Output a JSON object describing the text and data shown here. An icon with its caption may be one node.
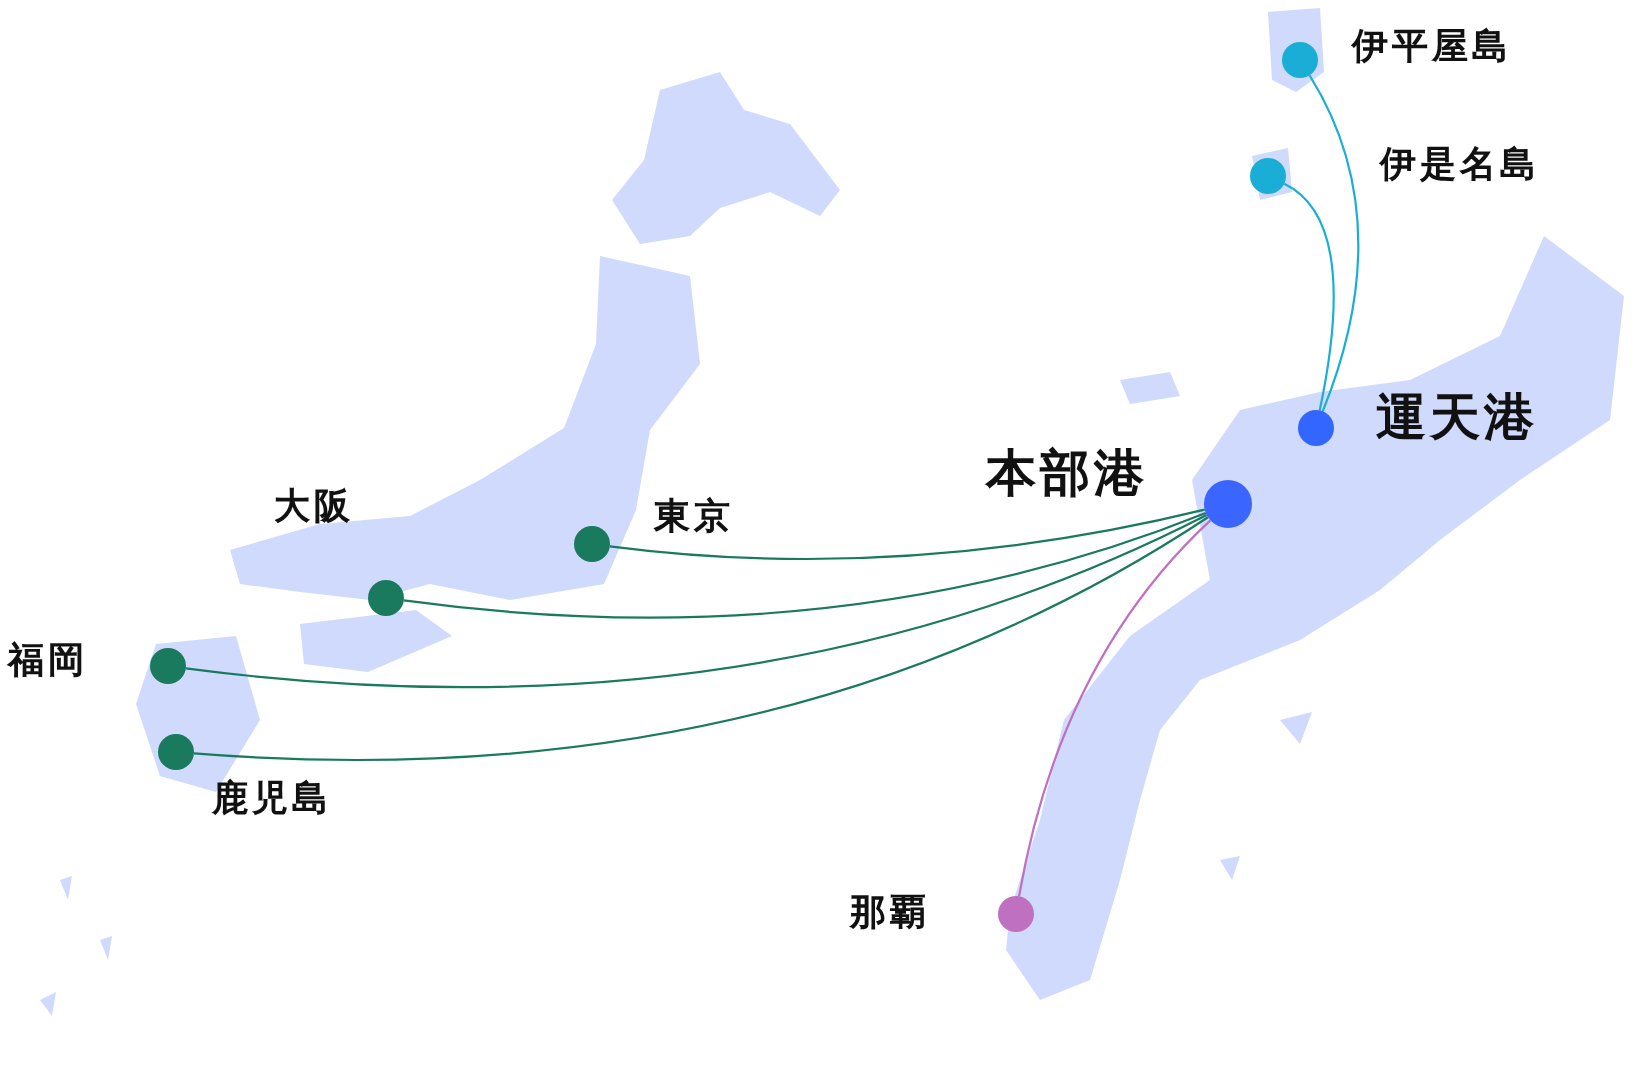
{
  "diagram": {
    "nodes": [
      {
        "text": [
          "伊平屋島"
        ]
      },
      {
        "text": [
          "伊是名島"
        ]
      },
      {
        "text": [
          "運天港"
        ]
      },
      {
        "text": [
          "本部港"
        ]
      },
      {
        "text": [
          "大阪"
        ]
      },
      {
        "text": [
          "東京"
        ]
      },
      {
        "text": [
          "福岡"
        ]
      },
      {
        "text": [
          "鹿児島"
        ]
      },
      {
        "text": [
          "那覇"
        ]
      }
    ],
    "edges": [
      {
        "from": 3,
        "to": 5,
        "arrow": "none"
      },
      {
        "from": 3,
        "to": 4,
        "arrow": "none"
      },
      {
        "from": 3,
        "to": 6,
        "arrow": "none"
      },
      {
        "from": 3,
        "to": 7,
        "arrow": "none"
      },
      {
        "from": 3,
        "to": 8,
        "arrow": "none",
        "color": "#c070c0"
      },
      {
        "from": 2,
        "to": 0,
        "arrow": "none",
        "color": "#1aaed6"
      },
      {
        "from": 2,
        "to": 1,
        "arrow": "none",
        "color": "#1aaed6"
      }
    ]
  }
}
